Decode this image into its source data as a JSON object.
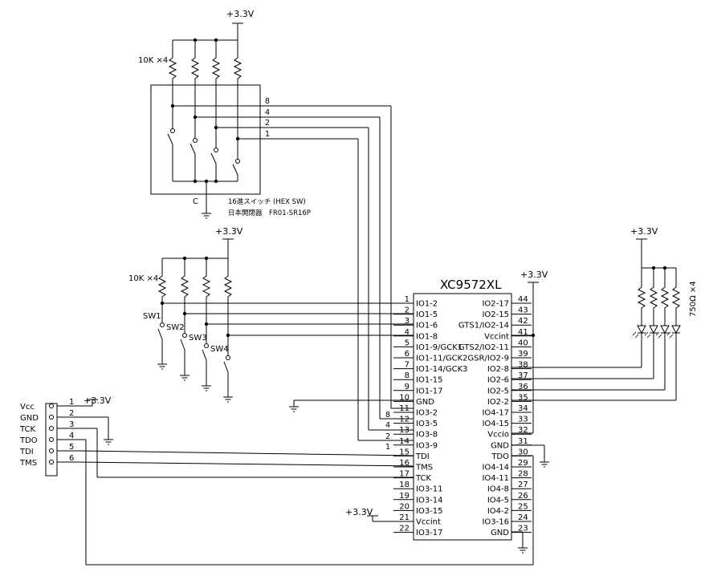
{
  "power_label": "+3.3V",
  "resistor_label_10k": "10K ×4",
  "resistor_label_750": "750Ω ×4",
  "hex_switch": {
    "bits": [
      "8",
      "4",
      "2",
      "1"
    ],
    "common": "C",
    "name_line1": "16進スイッチ (HEX SW)",
    "name_line2": "日本開閉器　FR01-SR16P"
  },
  "switches": [
    "SW1",
    "SW2",
    "SW3",
    "SW4"
  ],
  "chip": {
    "name": "XC9572XL",
    "left_pins": [
      {
        "num": "1",
        "name": "IO1-2"
      },
      {
        "num": "2",
        "name": "IO1-5"
      },
      {
        "num": "3",
        "name": "IO1-6"
      },
      {
        "num": "4",
        "name": "IO1-8"
      },
      {
        "num": "5",
        "name": "IO1-9/GCK1"
      },
      {
        "num": "6",
        "name": "IO1-11/GCK2"
      },
      {
        "num": "7",
        "name": "IO1-14/GCK3"
      },
      {
        "num": "8",
        "name": "IO1-15"
      },
      {
        "num": "9",
        "name": "IO1-17"
      },
      {
        "num": "10",
        "name": "GND"
      },
      {
        "num": "11",
        "name": "IO3-2"
      },
      {
        "num": "12",
        "name": "IO3-5"
      },
      {
        "num": "13",
        "name": "IO3-8"
      },
      {
        "num": "14",
        "name": "IO3-9"
      },
      {
        "num": "15",
        "name": "TDI"
      },
      {
        "num": "16",
        "name": "TMS"
      },
      {
        "num": "17",
        "name": "TCK"
      },
      {
        "num": "18",
        "name": "IO3-11"
      },
      {
        "num": "19",
        "name": "IO3-14"
      },
      {
        "num": "20",
        "name": "IO3-15"
      },
      {
        "num": "21",
        "name": "Vccint"
      },
      {
        "num": "22",
        "name": "IO3-17"
      }
    ],
    "right_pins": [
      {
        "num": "44",
        "name": "IO2-17"
      },
      {
        "num": "43",
        "name": "IO2-15"
      },
      {
        "num": "42",
        "name": "GTS1/IO2-14"
      },
      {
        "num": "41",
        "name": "Vccint"
      },
      {
        "num": "40",
        "name": "GTS2/IO2-11"
      },
      {
        "num": "39",
        "name": "GSR/IO2-9"
      },
      {
        "num": "38",
        "name": "IO2-8"
      },
      {
        "num": "37",
        "name": "IO2-6"
      },
      {
        "num": "36",
        "name": "IO2-5"
      },
      {
        "num": "35",
        "name": "IO2-2"
      },
      {
        "num": "34",
        "name": "IO4-17"
      },
      {
        "num": "33",
        "name": "IO4-15"
      },
      {
        "num": "32",
        "name": "Vccio"
      },
      {
        "num": "31",
        "name": "GND"
      },
      {
        "num": "30",
        "name": "TDO"
      },
      {
        "num": "29",
        "name": "IO4-14"
      },
      {
        "num": "28",
        "name": "IO4-11"
      },
      {
        "num": "27",
        "name": "IO4-8"
      },
      {
        "num": "26",
        "name": "IO4-5"
      },
      {
        "num": "25",
        "name": "IO4-2"
      },
      {
        "num": "24",
        "name": "IO3-16"
      },
      {
        "num": "23",
        "name": "GND"
      }
    ]
  },
  "hex_bus_labels": [
    "8",
    "4",
    "2",
    "1"
  ],
  "jtag": {
    "signals": [
      "Vcc",
      "GND",
      "TCK",
      "TDO",
      "TDI",
      "TMS"
    ],
    "pins": [
      "1",
      "2",
      "3",
      "4",
      "5",
      "6"
    ],
    "power": "+3.3V"
  }
}
